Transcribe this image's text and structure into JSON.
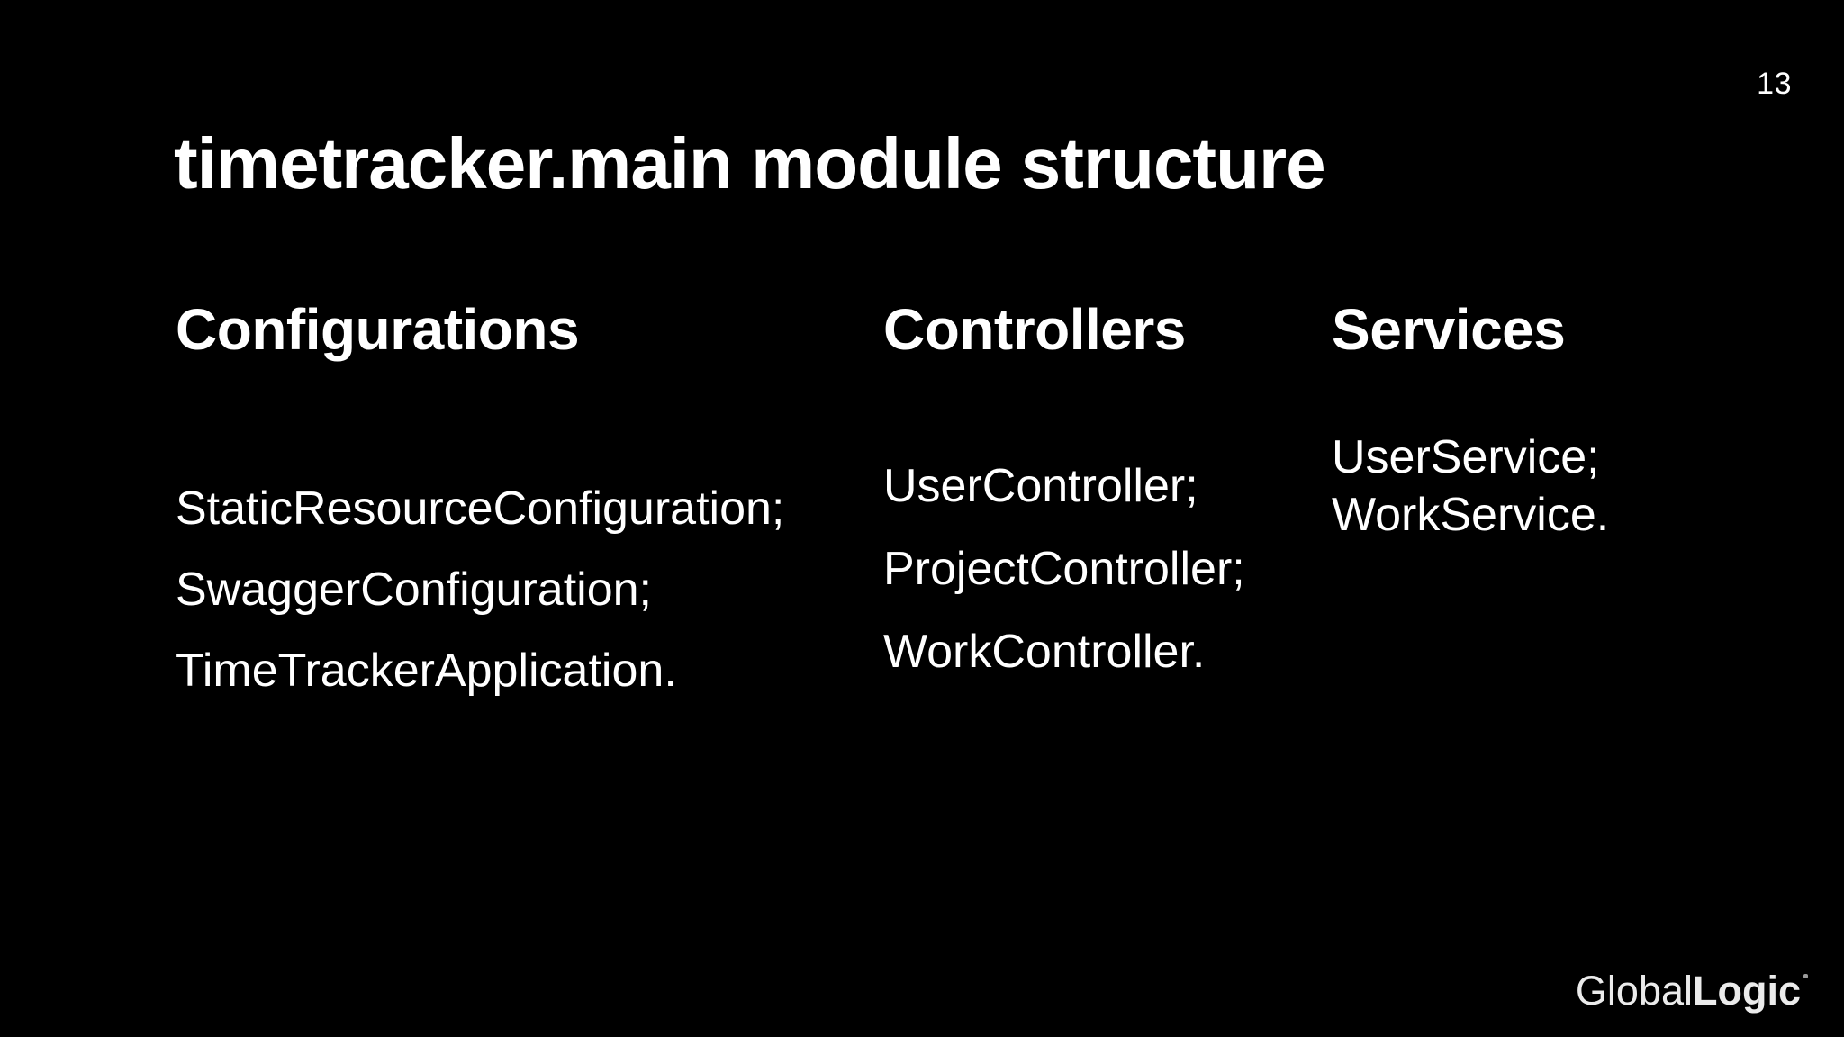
{
  "slide": {
    "page_number": "13",
    "title": "timetracker.main module structure",
    "columns": [
      {
        "heading": "Configurations",
        "items": [
          "StaticResourceConfiguration;",
          "SwaggerConfiguration;",
          "TimeTrackerApplication."
        ]
      },
      {
        "heading": "Controllers",
        "items": [
          "UserController;",
          "ProjectController;",
          "WorkController."
        ]
      },
      {
        "heading": "Services",
        "items": [
          "UserService;",
          "WorkService."
        ]
      }
    ],
    "footer": {
      "logo_regular": "Global",
      "logo_bold": "Logic"
    },
    "colors": {
      "background": "#000000",
      "text": "#ffffff",
      "logo": "#ebebeb"
    }
  }
}
